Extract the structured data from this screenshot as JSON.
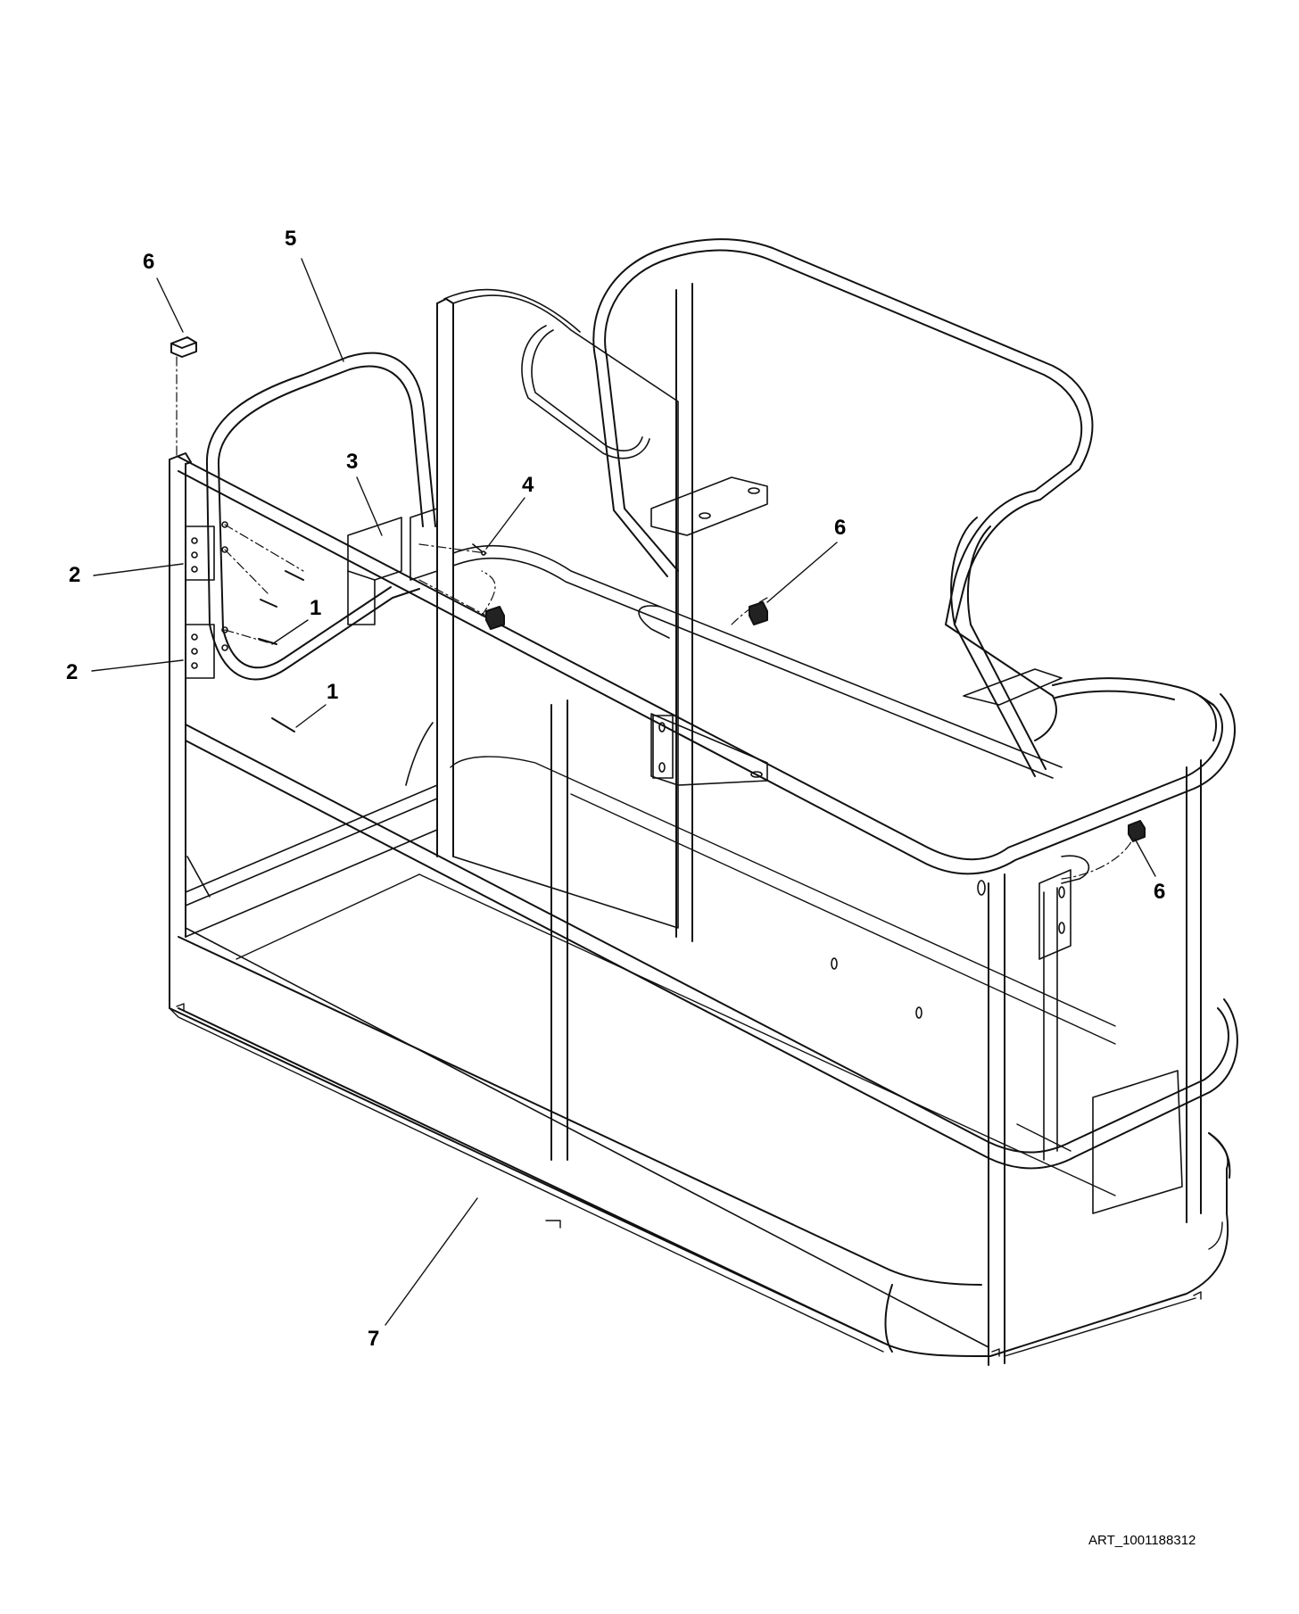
{
  "diagram": {
    "art_id": "ART_1001188312",
    "callouts": [
      "1",
      "1",
      "2",
      "2",
      "3",
      "4",
      "5",
      "6",
      "6",
      "6",
      "7"
    ]
  }
}
